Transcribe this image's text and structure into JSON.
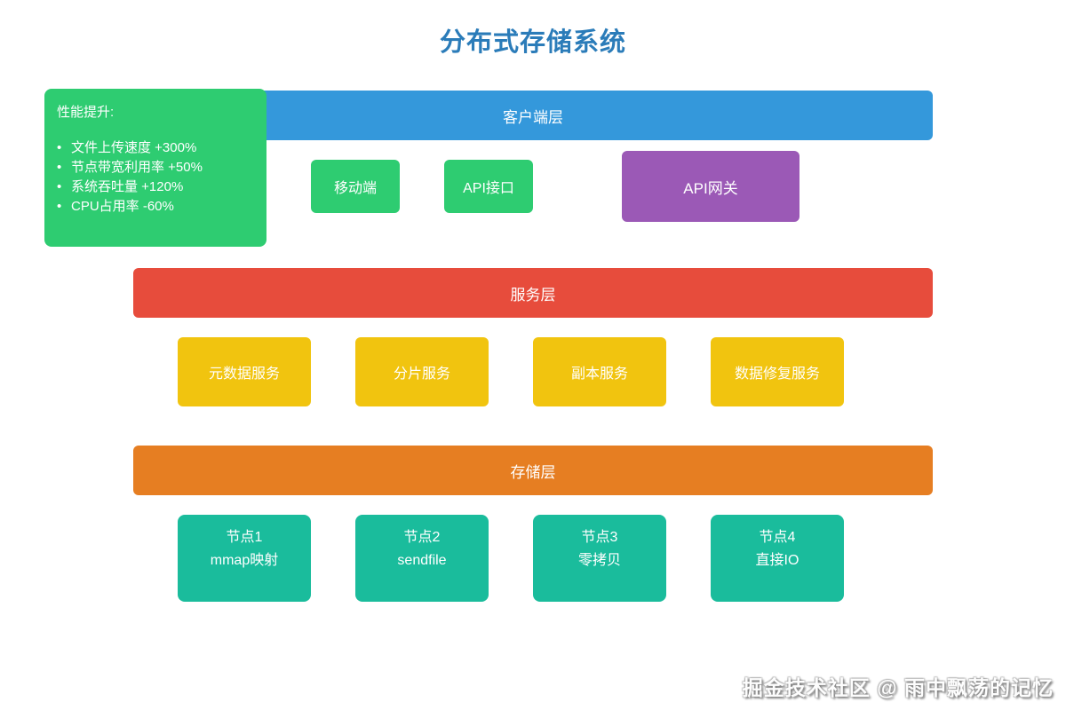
{
  "title": "分布式存储系统",
  "performance_panel": {
    "title": "性能提升:",
    "bullet": "•",
    "items": [
      "文件上传速度 +300%",
      "节点带宽利用率 +50%",
      "系统吞吐量 +120%",
      "CPU占用率 -60%"
    ]
  },
  "layers": [
    {
      "id": "client",
      "label": "客户端层",
      "color": "#3498db"
    },
    {
      "id": "service",
      "label": "服务层",
      "color": "#e74c3c"
    },
    {
      "id": "storage",
      "label": "存储层",
      "color": "#e67e22"
    }
  ],
  "client_nodes": [
    {
      "label": "移动端",
      "color": "#2ecc71"
    },
    {
      "label": "API接口",
      "color": "#2ecc71"
    },
    {
      "label": "API网关",
      "color": "#9b59b6"
    }
  ],
  "service_nodes": [
    {
      "label": "元数据服务",
      "color": "#f1c40f"
    },
    {
      "label": "分片服务",
      "color": "#f1c40f"
    },
    {
      "label": "副本服务",
      "color": "#f1c40f"
    },
    {
      "label": "数据修复服务",
      "color": "#f1c40f"
    }
  ],
  "storage_nodes": [
    {
      "title": "节点1",
      "subtitle": "mmap映射",
      "color": "#1abc9c"
    },
    {
      "title": "节点2",
      "subtitle": "sendfile",
      "color": "#1abc9c"
    },
    {
      "title": "节点3",
      "subtitle": "零拷贝",
      "color": "#1abc9c"
    },
    {
      "title": "节点4",
      "subtitle": "直接IO",
      "color": "#1abc9c"
    }
  ],
  "watermark": "掘金技术社区 @ 雨中飘荡的记忆",
  "colors": {
    "title_text": "#2b7cb9",
    "panel_green": "#2ecc71",
    "client_blue": "#3498db",
    "service_red": "#e74c3c",
    "storage_orange": "#e67e22",
    "gateway_purple": "#9b59b6",
    "service_yellow": "#f1c40f",
    "node_teal": "#1abc9c",
    "text_white": "#ffffff"
  }
}
